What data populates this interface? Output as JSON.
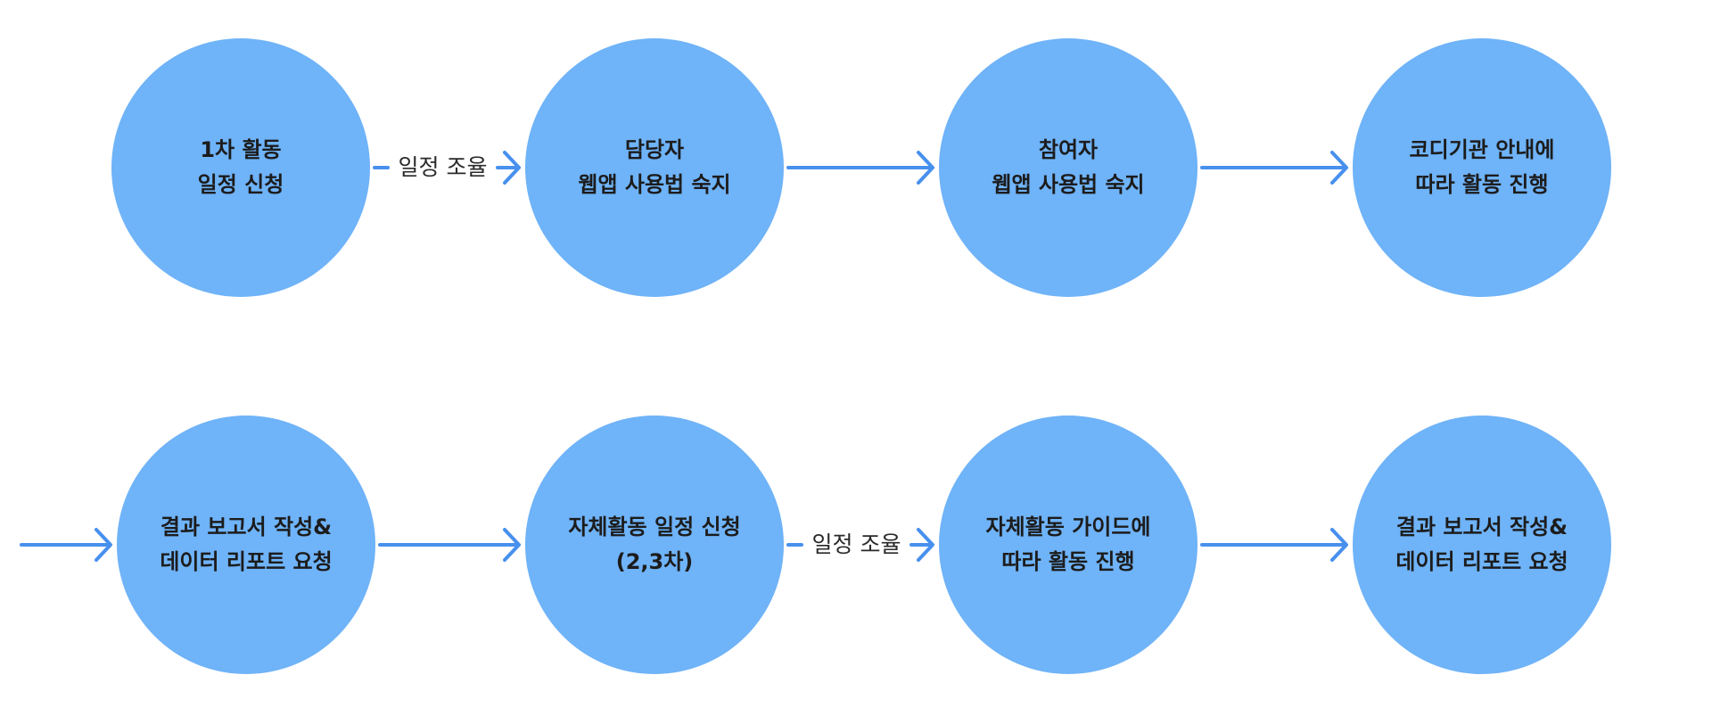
{
  "diagram": {
    "nodes": [
      {
        "id": "r1-1",
        "lines": [
          "1차 활동",
          "일정 신청"
        ]
      },
      {
        "id": "r1-2",
        "lines": [
          "담당자",
          "웹앱 사용법 숙지"
        ]
      },
      {
        "id": "r1-3",
        "lines": [
          "참여자",
          "웹앱 사용법 숙지"
        ]
      },
      {
        "id": "r1-4",
        "lines": [
          "코디기관 안내에",
          "따라 활동 진행"
        ]
      },
      {
        "id": "r2-1",
        "lines": [
          "결과 보고서 작성&",
          "데이터 리포트 요청"
        ]
      },
      {
        "id": "r2-2",
        "lines": [
          "자체활동 일정 신청",
          "(2,3차)"
        ]
      },
      {
        "id": "r2-3",
        "lines": [
          "자체활동 가이드에",
          "따라 활동 진행"
        ]
      },
      {
        "id": "r2-4",
        "lines": [
          "결과 보고서 작성&",
          "데이터 리포트 요청"
        ]
      }
    ],
    "edges": [
      {
        "from": "r1-1",
        "to": "r1-2",
        "label": "일정 조율"
      },
      {
        "from": "r1-2",
        "to": "r1-3",
        "label": ""
      },
      {
        "from": "r1-3",
        "to": "r1-4",
        "label": ""
      },
      {
        "from": "row-2-entry",
        "to": "r2-1",
        "label": ""
      },
      {
        "from": "r2-1",
        "to": "r2-2",
        "label": ""
      },
      {
        "from": "r2-2",
        "to": "r2-3",
        "label": "일정 조율"
      },
      {
        "from": "r2-3",
        "to": "r2-4",
        "label": ""
      }
    ],
    "colors": {
      "node_fill": "#6fb3f8",
      "connector": "#4790ee",
      "node_text": "#1c1c1c",
      "label_text": "#2a2a2a"
    }
  }
}
